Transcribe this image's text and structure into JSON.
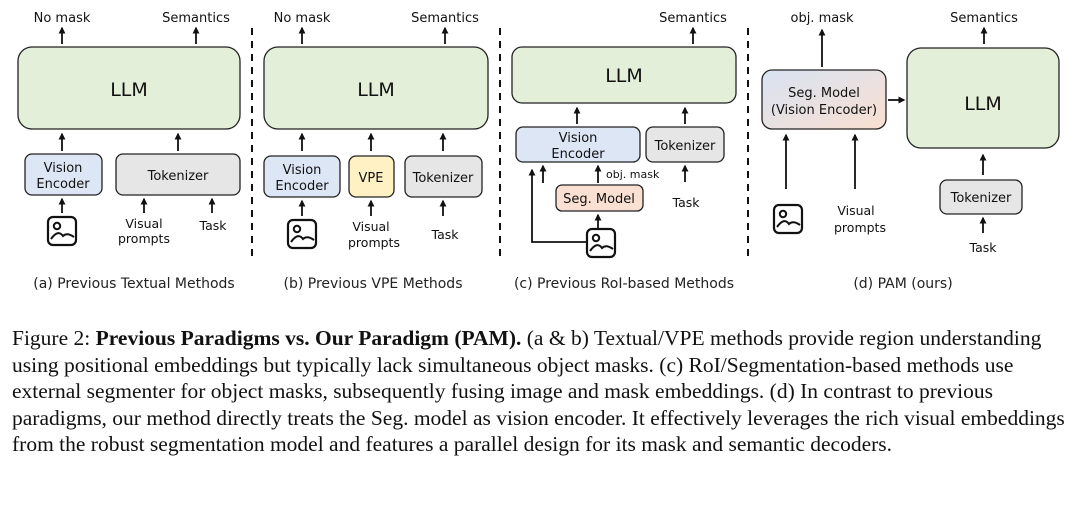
{
  "panels": {
    "a": {
      "caption": "(a) Previous Textual Methods",
      "out_left": "No mask",
      "out_right": "Semantics",
      "llm": "LLM",
      "vision_encoder": [
        "Vision",
        "Encoder"
      ],
      "tokenizer": "Tokenizer",
      "visual_prompts": [
        "Visual",
        "prompts"
      ],
      "task": "Task"
    },
    "b": {
      "caption": "(b) Previous VPE Methods",
      "out_left": "No mask",
      "out_right": "Semantics",
      "llm": "LLM",
      "vision_encoder": [
        "Vision",
        "Encoder"
      ],
      "vpe": "VPE",
      "tokenizer": "Tokenizer",
      "visual_prompts": [
        "Visual",
        "prompts"
      ],
      "task": "Task"
    },
    "c": {
      "caption": "(c) Previous RoI-based Methods",
      "out_right": "Semantics",
      "llm": "LLM",
      "vision_encoder": [
        "Vision",
        "Encoder"
      ],
      "tokenizer": "Tokenizer",
      "obj_mask": "obj. mask",
      "seg_model": "Seg. Model",
      "task": "Task"
    },
    "d": {
      "caption": "(d) PAM (ours)",
      "out_left": "obj. mask",
      "out_right": "Semantics",
      "seg_model": [
        "Seg. Model",
        "(Vision Encoder)"
      ],
      "llm": "LLM",
      "tokenizer": "Tokenizer",
      "visual_prompts": [
        "Visual",
        "prompts"
      ],
      "task": "Task"
    }
  },
  "caption": {
    "label": "Figure 2: ",
    "bold": "Previous Paradigms vs. Our Paradigm (PAM).",
    "text": " (a & b) Textual/VPE methods provide region understanding using positional embeddings but typically lack simultaneous object masks. (c) RoI/Segmentation-based methods use external segmenter for object masks, subsequently fusing image and mask embeddings. (d) In contrast to previous paradigms, our method directly treats the Seg. model as vision encoder. It effectively leverages the rich visual embeddings from the robust segmentation model and features a parallel design for its mask and semantic decoders."
  },
  "colors": {
    "llm_fill": "#e3efd9",
    "encoder_fill": "#dce6f4",
    "tokenizer_fill": "#e6e6e6",
    "vpe_fill": "#fff1c4",
    "seg_fill": "#fae0d2"
  },
  "icons": [
    "image-icon"
  ]
}
